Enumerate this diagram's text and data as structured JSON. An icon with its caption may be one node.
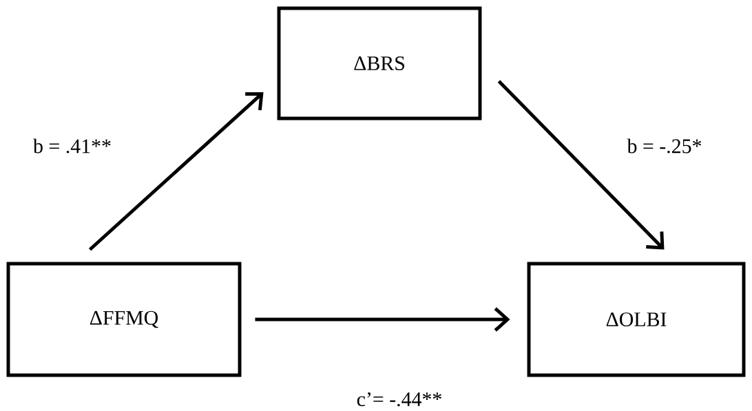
{
  "diagram": {
    "nodes": [
      {
        "text": [
          "ΔFFMQ"
        ]
      },
      {
        "text": [
          "ΔBRS"
        ]
      },
      {
        "text": [
          "ΔOLBI"
        ]
      }
    ],
    "edges": [
      {
        "from": 0,
        "to": 1,
        "arrow": "to",
        "label": "b = .41**"
      },
      {
        "from": 1,
        "to": 2,
        "arrow": "to",
        "label": "b = -.25*"
      },
      {
        "from": 0,
        "to": 2,
        "arrow": "to",
        "label": "c’= -.44**"
      }
    ]
  }
}
